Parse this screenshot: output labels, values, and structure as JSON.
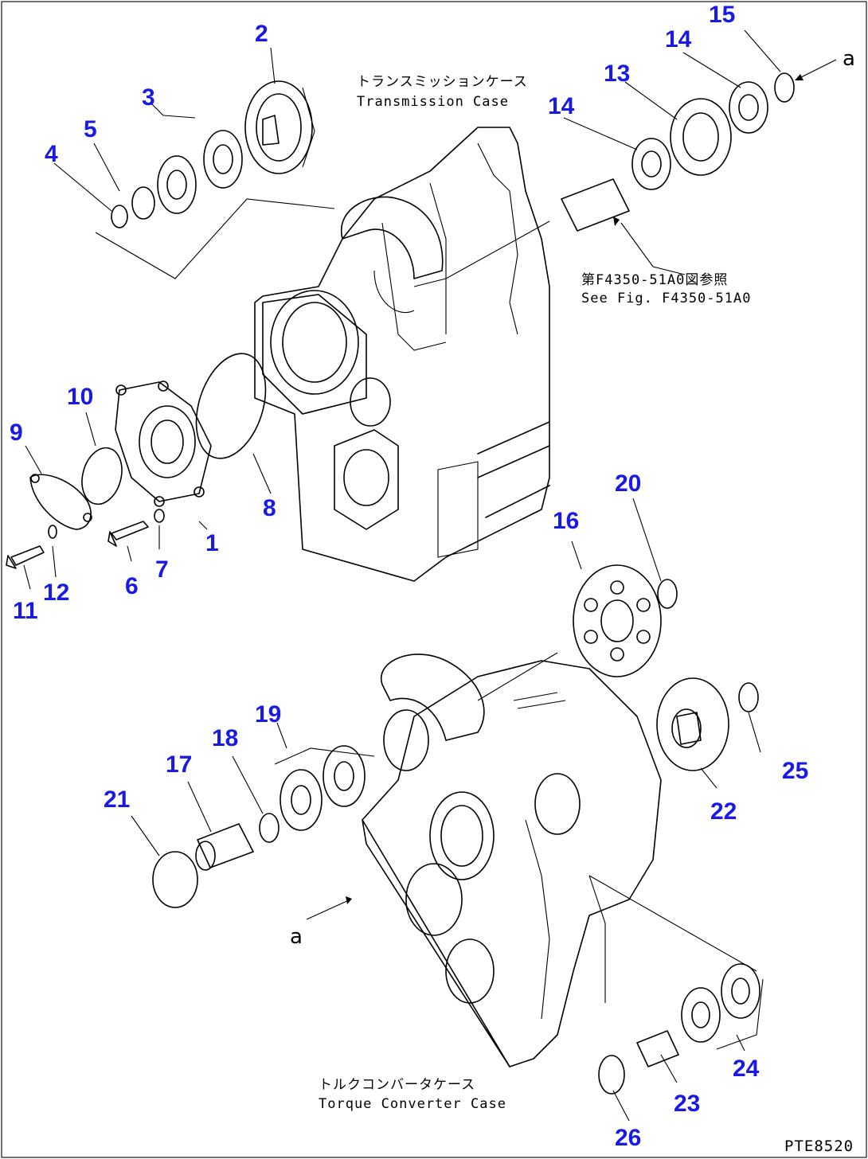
{
  "labels": {
    "transmission_case_jp": "トランスミッションケース",
    "transmission_case_en": "Transmission Case",
    "torque_converter_case_jp": "トルクコンバータケース",
    "torque_converter_case_en": "Torque Converter Case",
    "see_ref_jp": "第F4350-51A0図参照",
    "see_ref_en": "See Fig. F4350-51A0",
    "arrow_a_top": "a",
    "arrow_a_bottom": "a",
    "page_code": "PTE8520"
  },
  "callouts": [
    "1",
    "2",
    "3",
    "4",
    "5",
    "6",
    "7",
    "8",
    "9",
    "10",
    "11",
    "12",
    "13",
    "14",
    "14",
    "15",
    "16",
    "17",
    "18",
    "19",
    "20",
    "21",
    "22",
    "23",
    "24",
    "25",
    "26"
  ],
  "colors": {
    "callout": "#1a1ae6",
    "line": "#000000"
  }
}
